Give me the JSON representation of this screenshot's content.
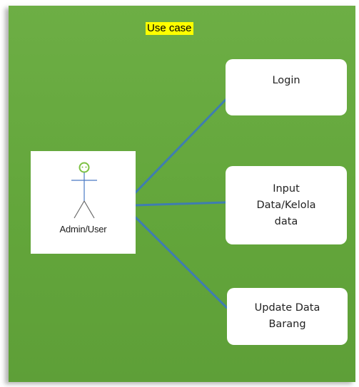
{
  "diagram": {
    "title": "Use case",
    "background_color": "#64a83c",
    "connector_color": "#3f7db0",
    "actor": {
      "label": "Admin/User",
      "icon": "stick-figure-icon",
      "head_color": "#7cc142",
      "body_color": "#4a79c4"
    },
    "use_cases": [
      {
        "label": "Login"
      },
      {
        "label": "Input\nData/Kelola\ndata"
      },
      {
        "label": "Update Data\nBarang"
      }
    ]
  }
}
